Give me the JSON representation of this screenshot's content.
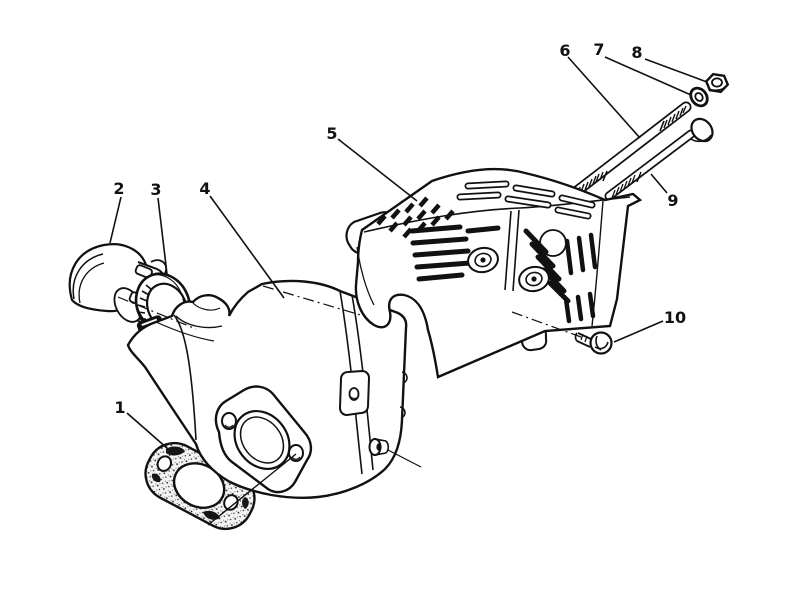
{
  "figure": {
    "kind": "exploded-parts-diagram",
    "subject": "muffler-assembly",
    "background_color": "#ffffff",
    "ink_color": "#111111"
  },
  "callouts": [
    {
      "number": "1",
      "part": "gasket"
    },
    {
      "number": "2",
      "part": "deflector"
    },
    {
      "number": "3",
      "part": "clamp"
    },
    {
      "number": "4",
      "part": "muffler-body"
    },
    {
      "number": "5",
      "part": "heat-shield"
    },
    {
      "number": "6",
      "part": "stud"
    },
    {
      "number": "7",
      "part": "washer"
    },
    {
      "number": "8",
      "part": "nut"
    },
    {
      "number": "9",
      "part": "bolt"
    },
    {
      "number": "10",
      "part": "screw"
    }
  ]
}
